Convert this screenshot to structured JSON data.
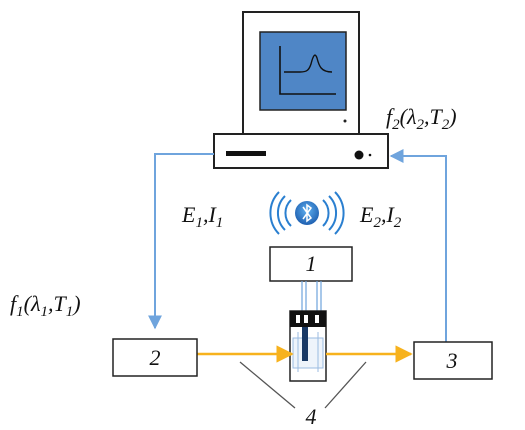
{
  "labels": {
    "f1": {
      "main": "f",
      "sub1": "1",
      "open": "(λ",
      "sub2": "1",
      "mid": ",T",
      "sub3": "1",
      "close": ")"
    },
    "f2": {
      "main": "f",
      "sub1": "2",
      "open": "(λ",
      "sub2": "2",
      "mid": ",T",
      "sub3": "2",
      "close": ")"
    },
    "e1i1": {
      "e": "E",
      "esub": "1",
      "comma": ",I",
      "isub": "1"
    },
    "e2i2": {
      "e": "E",
      "esub": "2",
      "comma": ",I",
      "isub": "2"
    },
    "box1": "1",
    "box2": "2",
    "box3": "3",
    "label4": "4"
  },
  "icons": {
    "monitor": "computer-monitor-icon",
    "wireless": "bluetooth-wireless-icon"
  },
  "colors": {
    "blue_line": "#6fa4dd",
    "screen": "#4f86c6",
    "beam": "#f7b21d",
    "bt_blue": "#1e73c8"
  }
}
